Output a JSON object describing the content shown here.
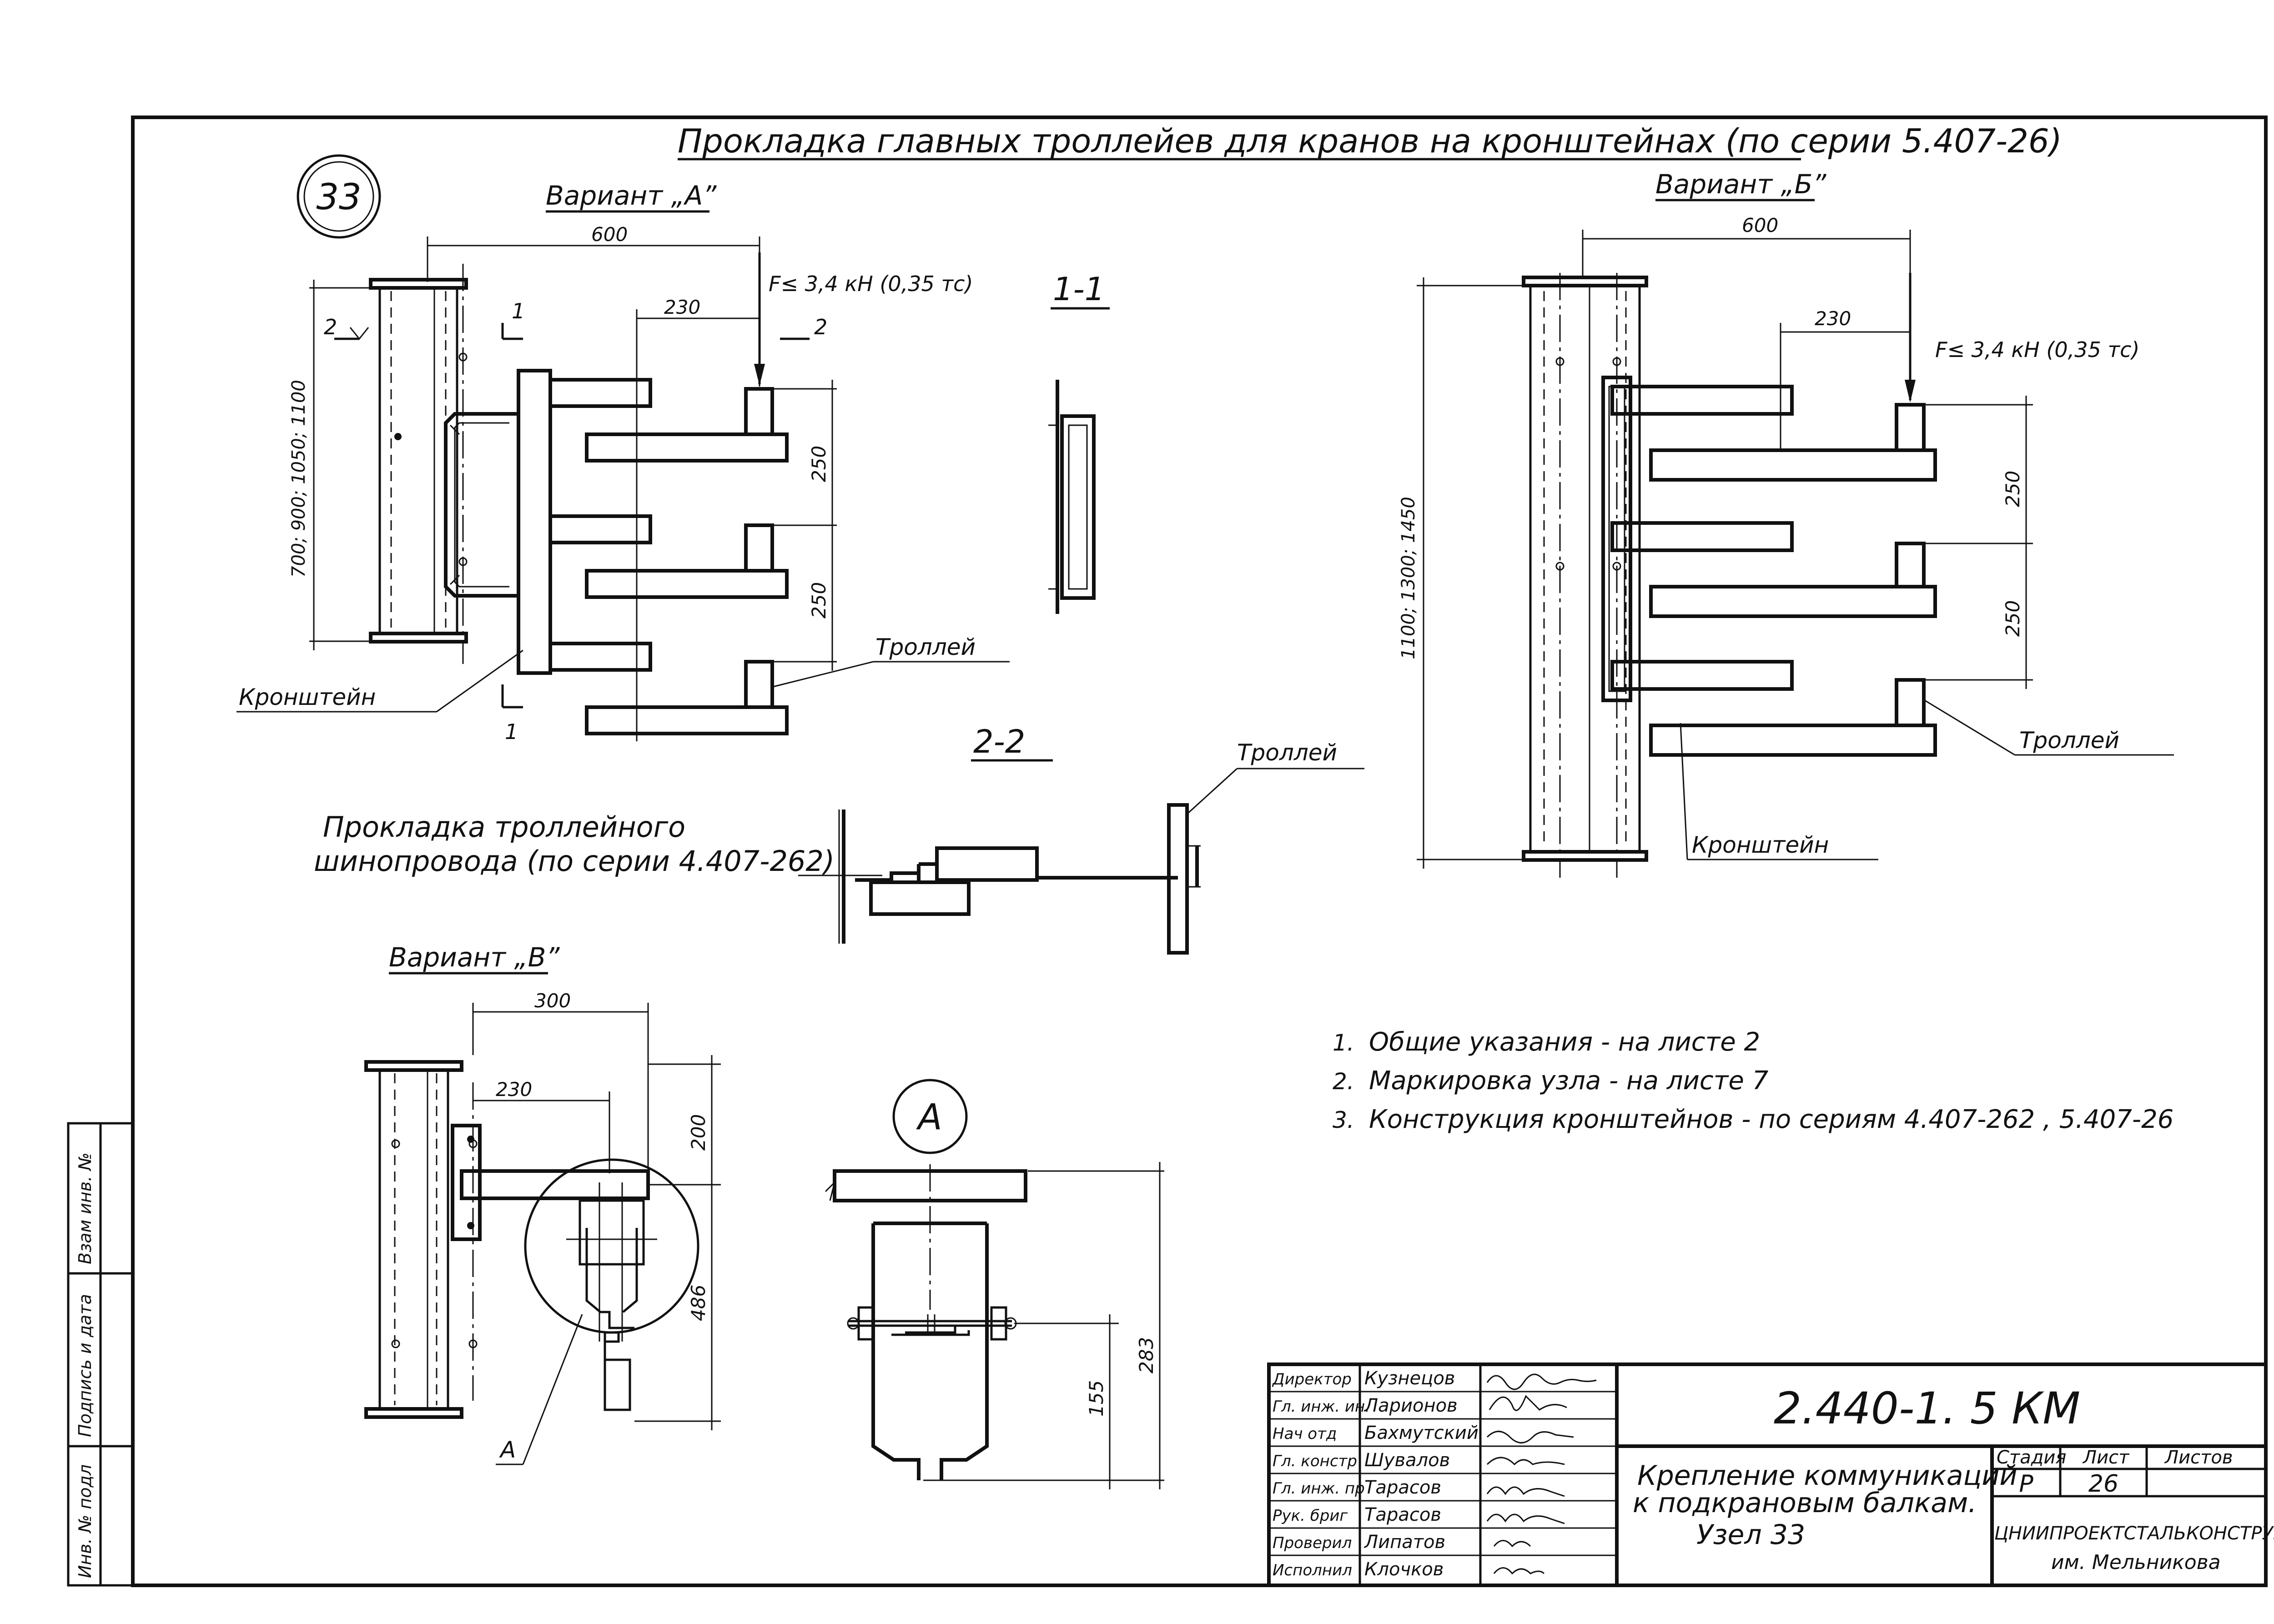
{
  "title": "Прокладка главных троллейев для кранов на кронштейнах (по серии 5.407-26)",
  "node_number": "33",
  "variant_a": {
    "label": "Вариант „А”",
    "dim_width": "600",
    "dim_230": "230",
    "dim_height": "700; 900; 1050; 1100",
    "force": "F≤ 3,4 кН (0,35 тс)",
    "dim_250_top": "250",
    "dim_250_bottom": "250",
    "trolley_label": "Троллей",
    "bracket_label": "Кронштейн",
    "cut_1_top": "1",
    "cut_1_bottom": "1",
    "cut_2_left": "2",
    "cut_2_right": "2"
  },
  "section_1_1": {
    "label": "1-1"
  },
  "section_2_2": {
    "label": "2-2",
    "trolley_label": "Троллей"
  },
  "variant_b": {
    "label": "Вариант „Б”",
    "dim_width": "600",
    "dim_230": "230",
    "dim_height": "1100; 1300; 1450",
    "force": "F≤ 3,4 кН (0,35 тс)",
    "dim_250_top": "250",
    "dim_250_bottom": "250",
    "trolley_label": "Троллей",
    "bracket_label": "Кронштейн"
  },
  "busway": {
    "title_line1": "Прокладка троллейного",
    "title_line2": "шинопровода (по серии 4.407-262)"
  },
  "variant_v": {
    "label": "Вариант „В”",
    "dim_300": "300",
    "dim_230": "230",
    "dim_200": "200",
    "dim_486": "486",
    "callout": "А"
  },
  "node_a": {
    "label": "А",
    "dim_283": "283",
    "dim_155": "155"
  },
  "notes": [
    {
      "num": "1.",
      "text": "Общие указания - на листе 2"
    },
    {
      "num": "2.",
      "text": "Маркировка узла - на листе 7"
    },
    {
      "num": "3.",
      "text": "Конструкция кронштейнов - по сериям 4.407-262 , 5.407-26"
    }
  ],
  "side_stamp": [
    "Инв. № подл",
    "Подпись и дата",
    "Взам инв. №"
  ],
  "title_block": {
    "roles": [
      {
        "role": "Директор",
        "name": "Кузнецов"
      },
      {
        "role": "Гл. инж. ин.",
        "name": "Ларионов"
      },
      {
        "role": "Нач отд",
        "name": "Бахмутский"
      },
      {
        "role": "Гл. констр",
        "name": "Шувалов"
      },
      {
        "role": "Гл. инж. пр",
        "name": "Тарасов"
      },
      {
        "role": "Рук. бриг",
        "name": "Тарасов"
      },
      {
        "role": "Проверил",
        "name": "Липатов"
      },
      {
        "role": "Исполнил",
        "name": "Клочков"
      }
    ],
    "code": "2.440-1. 5 КМ",
    "description_line1": "Крепление коммуникаций",
    "description_line2": "к подкрановым балкам.",
    "description_line3": "Узел 33",
    "stage_header": "Стадия",
    "sheet_header": "Лист",
    "sheets_header": "Листов",
    "stage": "Р",
    "sheet": "26",
    "sheets": "",
    "org_line1": "ЦНИИПРОЕКТСТАЛЬКОНСТРУКЦИЯ",
    "org_line2": "им. Мельникова"
  }
}
